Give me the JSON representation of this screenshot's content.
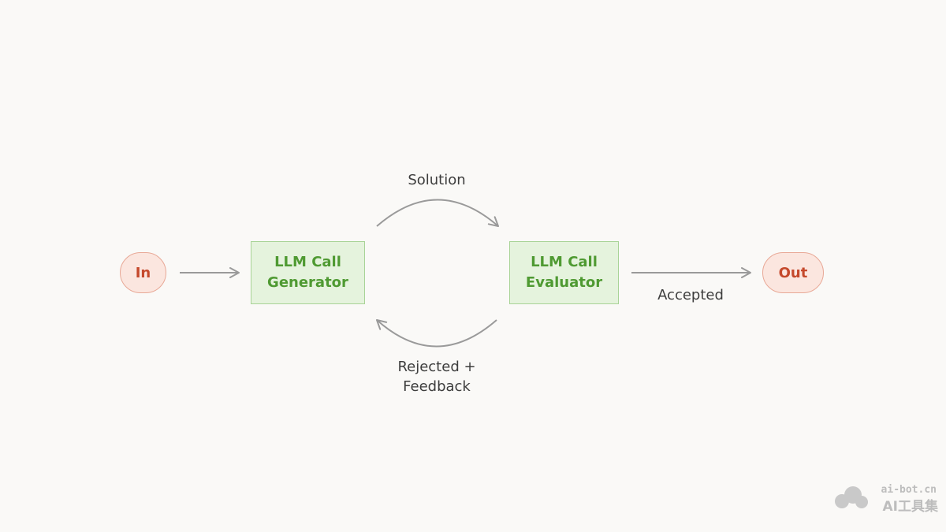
{
  "nodes": {
    "input": "In",
    "generator_line1": "LLM Call",
    "generator_line2": "Generator",
    "evaluator_line1": "LLM Call",
    "evaluator_line2": "Evaluator",
    "output": "Out"
  },
  "edges": {
    "solution": "Solution",
    "rejected_line1": "Rejected +",
    "rejected_line2": "Feedback",
    "accepted": "Accepted"
  },
  "watermark": {
    "domain": "ai-bot.cn",
    "brand": "AI工具集"
  },
  "colors": {
    "terminal_fill": "#fbe6df",
    "terminal_text": "#c5492c",
    "llm_fill": "#e5f3dd",
    "llm_text": "#4f9a32",
    "arrow": "#9a9a9a"
  }
}
